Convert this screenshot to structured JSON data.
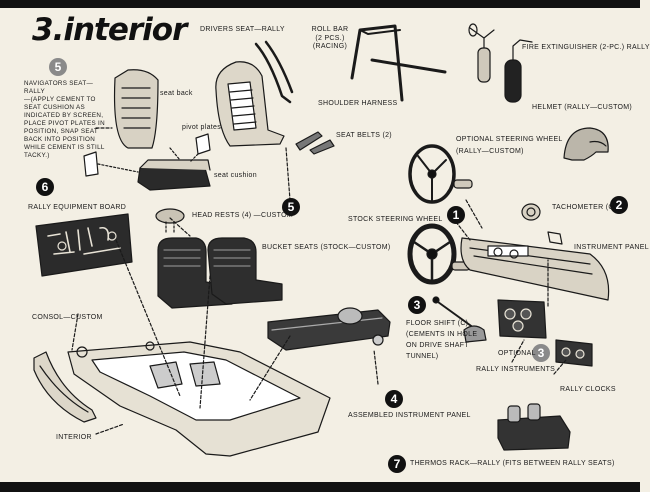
{
  "title": "3.interior",
  "steps": {
    "s5a": "5",
    "s6": "6",
    "s5b": "5",
    "s1": "1",
    "s2": "2",
    "s3a": "3",
    "s3b": "3",
    "s4": "4",
    "s7": "7"
  },
  "labels": {
    "drivers_seat": "DRIVERS SEAT—RALLY",
    "roll_bar": "ROLL BAR\n(2 Pcs.)\n(Racing)",
    "fire_ext": "FIRE EXTINGUISHER (2-PC.) RALLY",
    "nav_seat": "NAVIGATORS SEAT—RALLY\n—(Apply cement to seat cushion as indicated by screen, place pivot plates in position, snap seat back into position while cement is still tacky.)",
    "seat_back": "seat back",
    "pivot_plates": "pivot plates",
    "seat_cushion": "seat cushion",
    "shoulder_harness": "SHOULDER HARNESS",
    "seat_belts": "SEAT BELTS (2)",
    "helmet": "HELMET (RALLY—CUSTOM)",
    "opt_steering": "OPTIONAL STEERING WHEEL\n(RALLY—CUSTOM)",
    "rally_board": "RALLY EQUIPMENT BOARD",
    "head_rests": "HEAD RESTS (4) —CUSTOM",
    "stock_steering": "STOCK STEERING WHEEL",
    "tachometer": "TACHOMETER (C)",
    "instrument_panel": "INSTRUMENT PANEL",
    "bucket_seats": "BUCKET SEATS (STOCK—CUSTOM)",
    "consol": "CONSOL—CUSTOM",
    "floor_shift": "FLOOR SHIFT (C)\n(CEMENTS IN HOLE\nON DRIVE SHAFT\nTUNNEL)",
    "optional": "OPTIONAL",
    "rally_instruments": "RALLY INSTRUMENTS",
    "rally_clocks": "RALLY CLOCKS",
    "assembled_panel": "ASSEMBLED INSTRUMENT PANEL",
    "interior": "INTERIOR",
    "thermos": "THERMOS RACK—RALLY (Fits between rally seats)"
  }
}
